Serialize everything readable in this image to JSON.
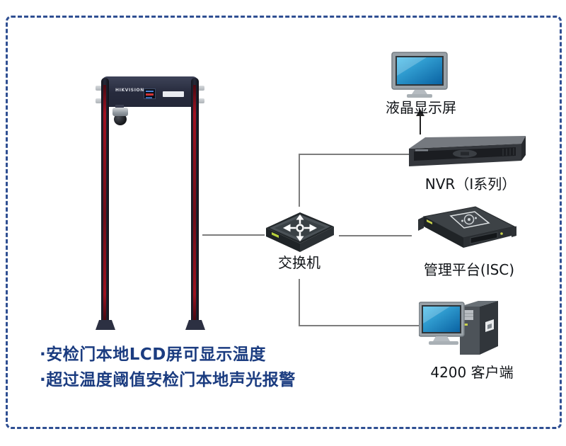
{
  "frame": {
    "border_color": "#2f4f92"
  },
  "gate": {
    "brand": "HIKVISION"
  },
  "nodes": {
    "switch": "交换机",
    "monitor": "液晶显示屏",
    "nvr": "NVR（I系列）",
    "isc": "管理平台(ISC)",
    "client": "4200 客户端"
  },
  "notes": {
    "color": "#1b3c80",
    "lines": [
      "·安检门本地LCD屏可显示温度",
      "·超过温度阈值安检门本地声光报警"
    ]
  },
  "icons": {
    "gate": "security-gate-icon",
    "switch": "network-switch-icon",
    "monitor": "lcd-monitor-icon",
    "nvr": "nvr-device-icon",
    "isc": "server-platform-icon",
    "client": "desktop-pc-icon",
    "arrow": "up-arrow-icon"
  },
  "colors": {
    "connection_line": "#7d7d7d",
    "label_text": "#111418",
    "screen_blue": "#1d8fd1",
    "gate_red": "#9c1220",
    "gate_navy": "#262a3c"
  }
}
